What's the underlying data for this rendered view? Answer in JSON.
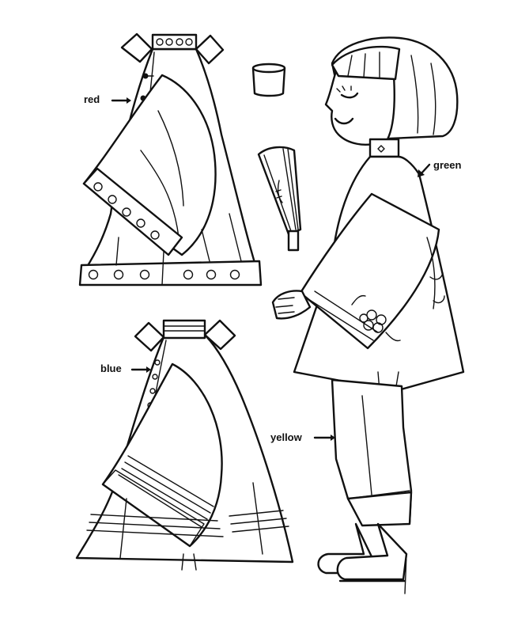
{
  "labels": {
    "red": "red",
    "blue": "blue",
    "green": "green",
    "yellow": "yellow"
  },
  "colors": {
    "line": "#111111",
    "paper": "#ffffff"
  }
}
